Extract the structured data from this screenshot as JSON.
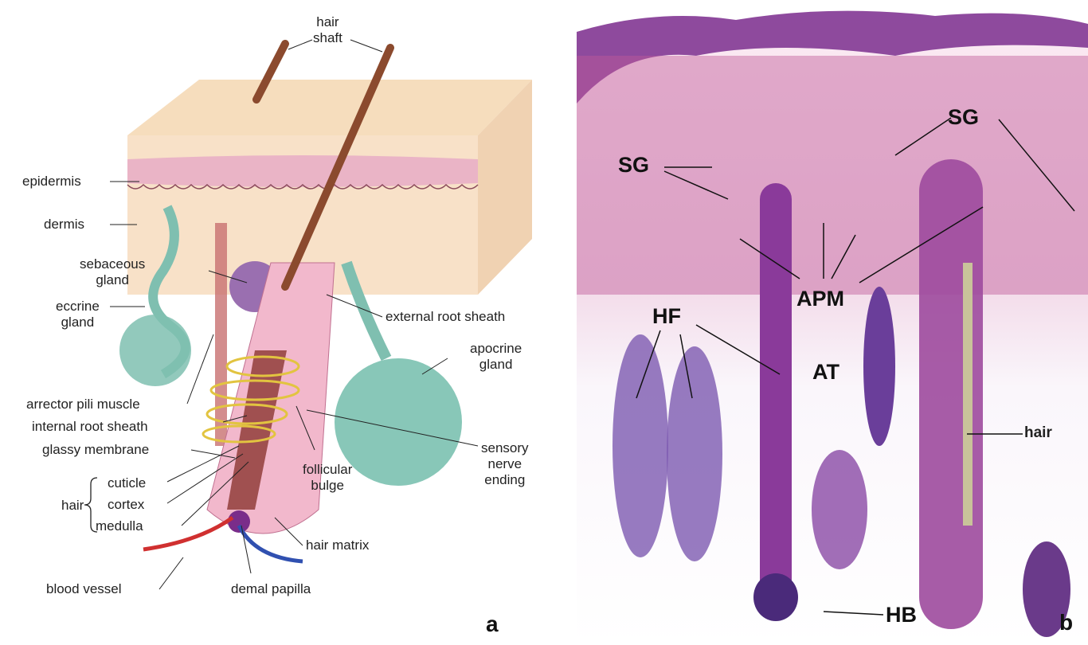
{
  "panel_a": {
    "letter": "a",
    "labels": {
      "hair_shaft": [
        "hair",
        "shaft"
      ],
      "epidermis": "epidermis",
      "dermis": "dermis",
      "sebaceous_gland": [
        "sebaceous",
        "gland"
      ],
      "eccrine_gland": [
        "eccrine",
        "gland"
      ],
      "external_root_sheath": "external root sheath",
      "apocrine_gland": [
        "apocrine",
        "gland"
      ],
      "arrector_pili_muscle": "arrector pili muscle",
      "internal_root_sheath": "internal root sheath",
      "glassy_membrane": "glassy membrane",
      "sensory_nerve_ending": [
        "sensory",
        "nerve",
        "ending"
      ],
      "hair": "hair",
      "cuticle": "cuticle",
      "cortex": "cortex",
      "medulla": "medulla",
      "follicular_bulge": [
        "follicular",
        "bulge"
      ],
      "hair_matrix": "hair matrix",
      "blood_vessel": "blood vessel",
      "demal_papilla": "demal papilla"
    }
  },
  "panel_b": {
    "letter": "b",
    "labels": {
      "sg_left": "SG",
      "sg_right": "SG",
      "apm": "APM",
      "hf": "HF",
      "at": "AT",
      "hair": "hair",
      "hb": "HB"
    }
  },
  "colors": {
    "skin": "#f5d9b8",
    "dermis_pink": "#f0c8d2",
    "hair": "#8b4a2e",
    "gland": "#7fbfb0",
    "nerve": "#e8c84a",
    "tissue": "#b0468c"
  }
}
